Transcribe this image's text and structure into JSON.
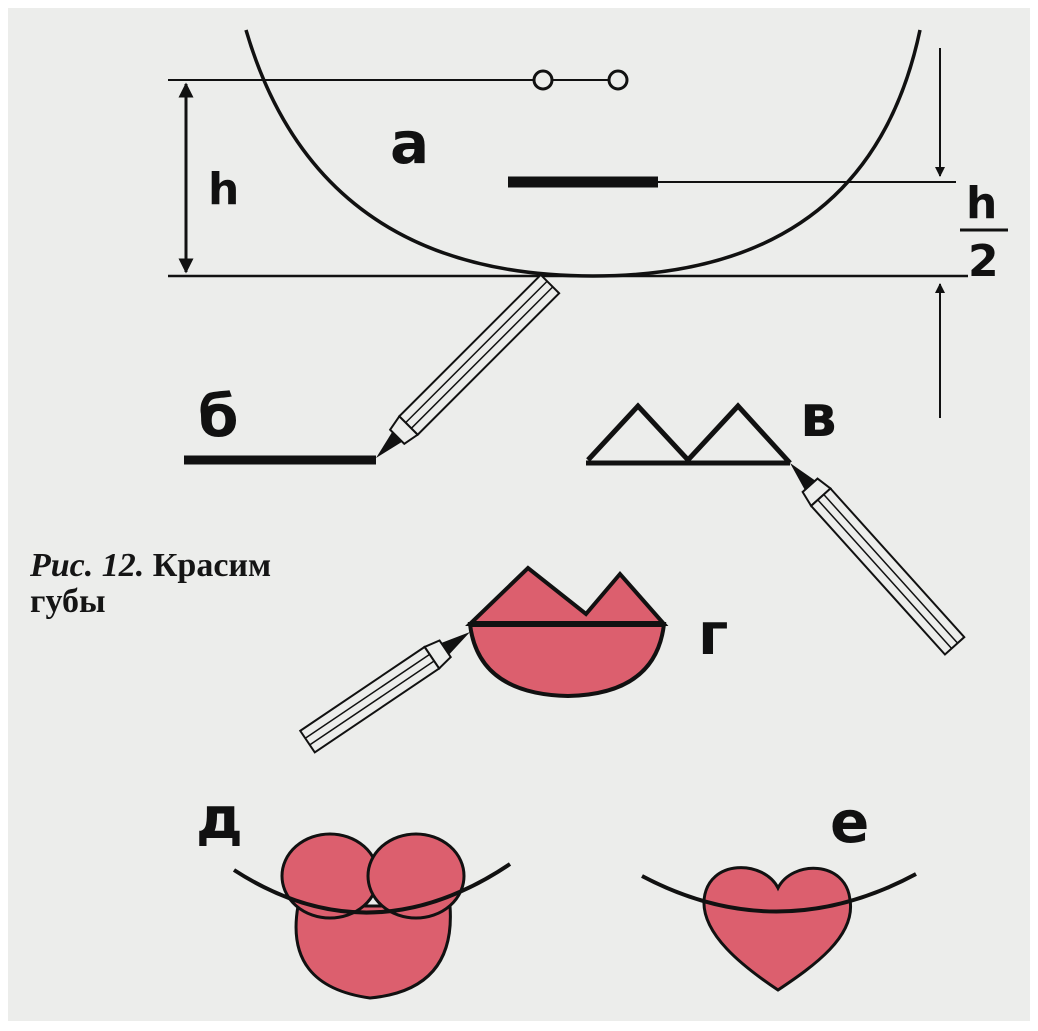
{
  "figure": {
    "caption": {
      "number": "Рис. 12.",
      "line1": "Красим",
      "line2": "губы"
    },
    "panels": {
      "a": "а",
      "b": "б",
      "v": "в",
      "g": "г",
      "d": "д",
      "e": "е"
    },
    "dimensions": {
      "height": "h",
      "half_numerator": "h",
      "half_denominator": "2"
    }
  },
  "colors": {
    "background": "#ecedeb",
    "ink": "#111111",
    "lip_fill": "#dc5f6e"
  }
}
